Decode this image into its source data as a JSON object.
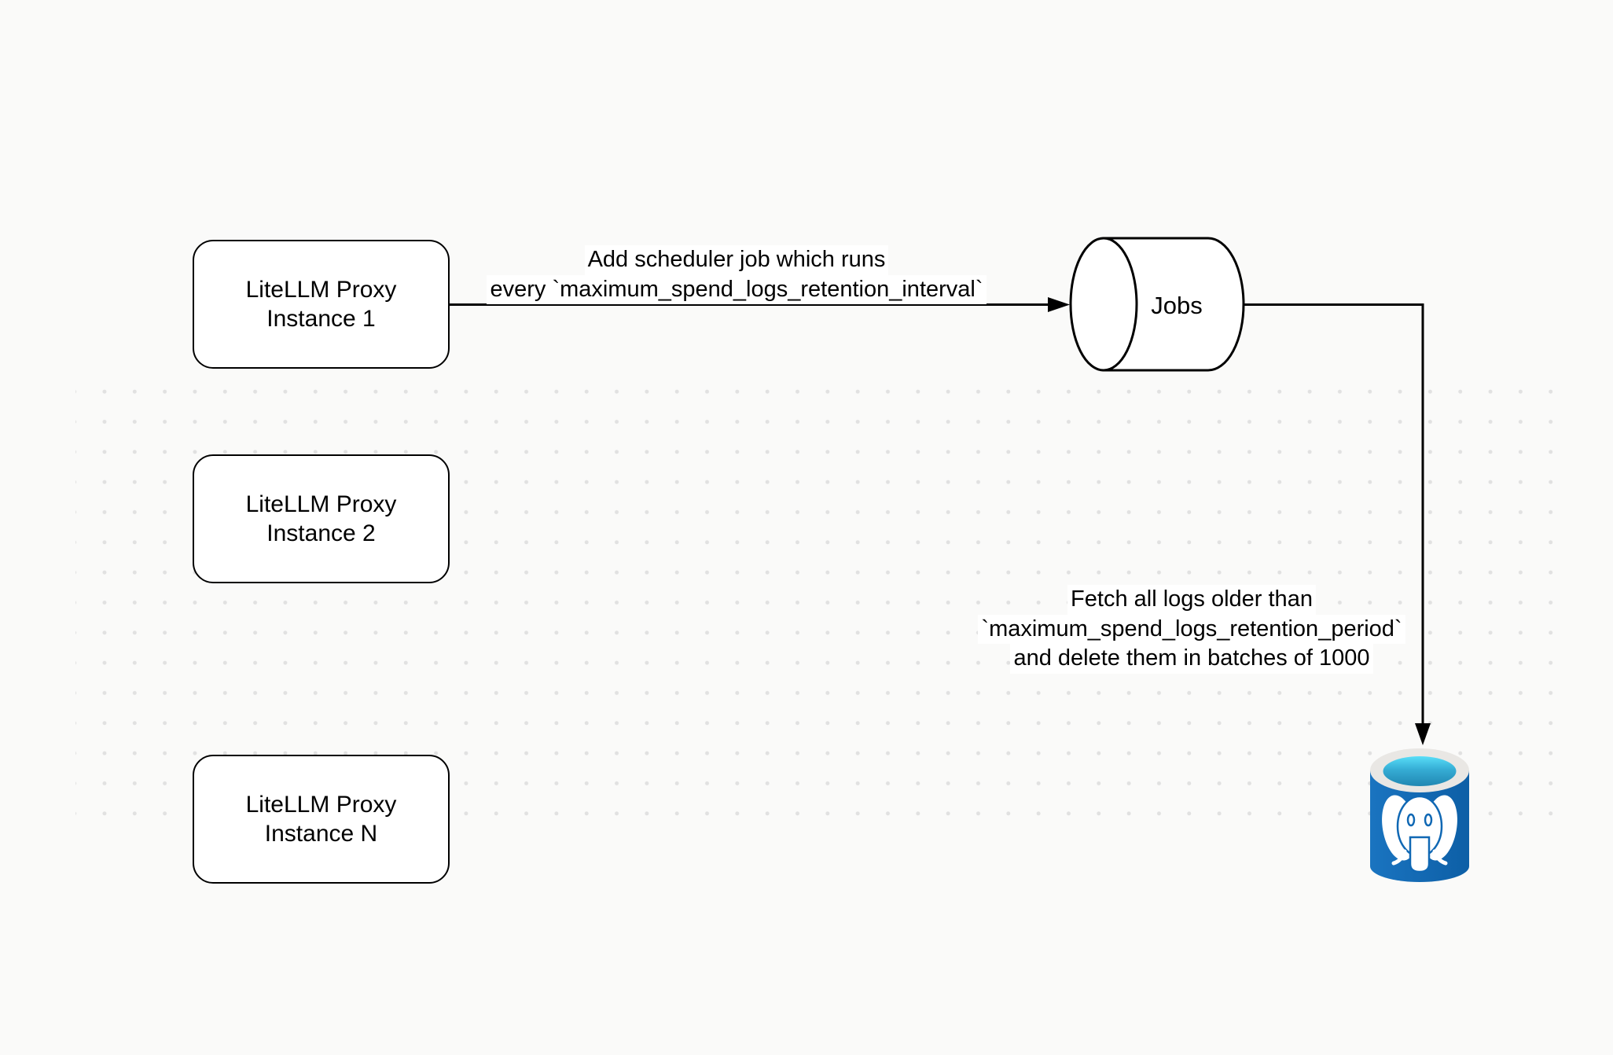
{
  "diagram": {
    "background_color": "#fafaf9",
    "dot_color": "#e1e1e1",
    "line_color": "#000000"
  },
  "nodes": {
    "proxy_instance_1": {
      "line1": "LiteLLM Proxy",
      "line2": "Instance 1"
    },
    "proxy_instance_2": {
      "line1": "LiteLLM Proxy",
      "line2": "Instance 2"
    },
    "proxy_instance_n": {
      "line1": "LiteLLM Proxy",
      "line2": "Instance N"
    },
    "jobs_queue": {
      "label": "Jobs"
    },
    "postgres_db": {
      "icon": "postgresql-database-icon",
      "body_blue_left": "#1a74c0",
      "body_blue_right": "#0d5fa6",
      "rim_color": "#e9e7e4",
      "pool_top": "#58def8",
      "pool_bottom": "#2187b2",
      "elephant_color": "#ffffff",
      "elephant_detail": "#1068b4"
    }
  },
  "edge_labels": {
    "scheduler": {
      "line1": "Add scheduler job which runs",
      "line2": "every `maximum_spend_logs_retention_interval`"
    },
    "fetch": {
      "line1": "Fetch all logs older than",
      "line2": "`maximum_spend_logs_retention_period`",
      "line3": "and delete them in batches of 1000"
    }
  }
}
